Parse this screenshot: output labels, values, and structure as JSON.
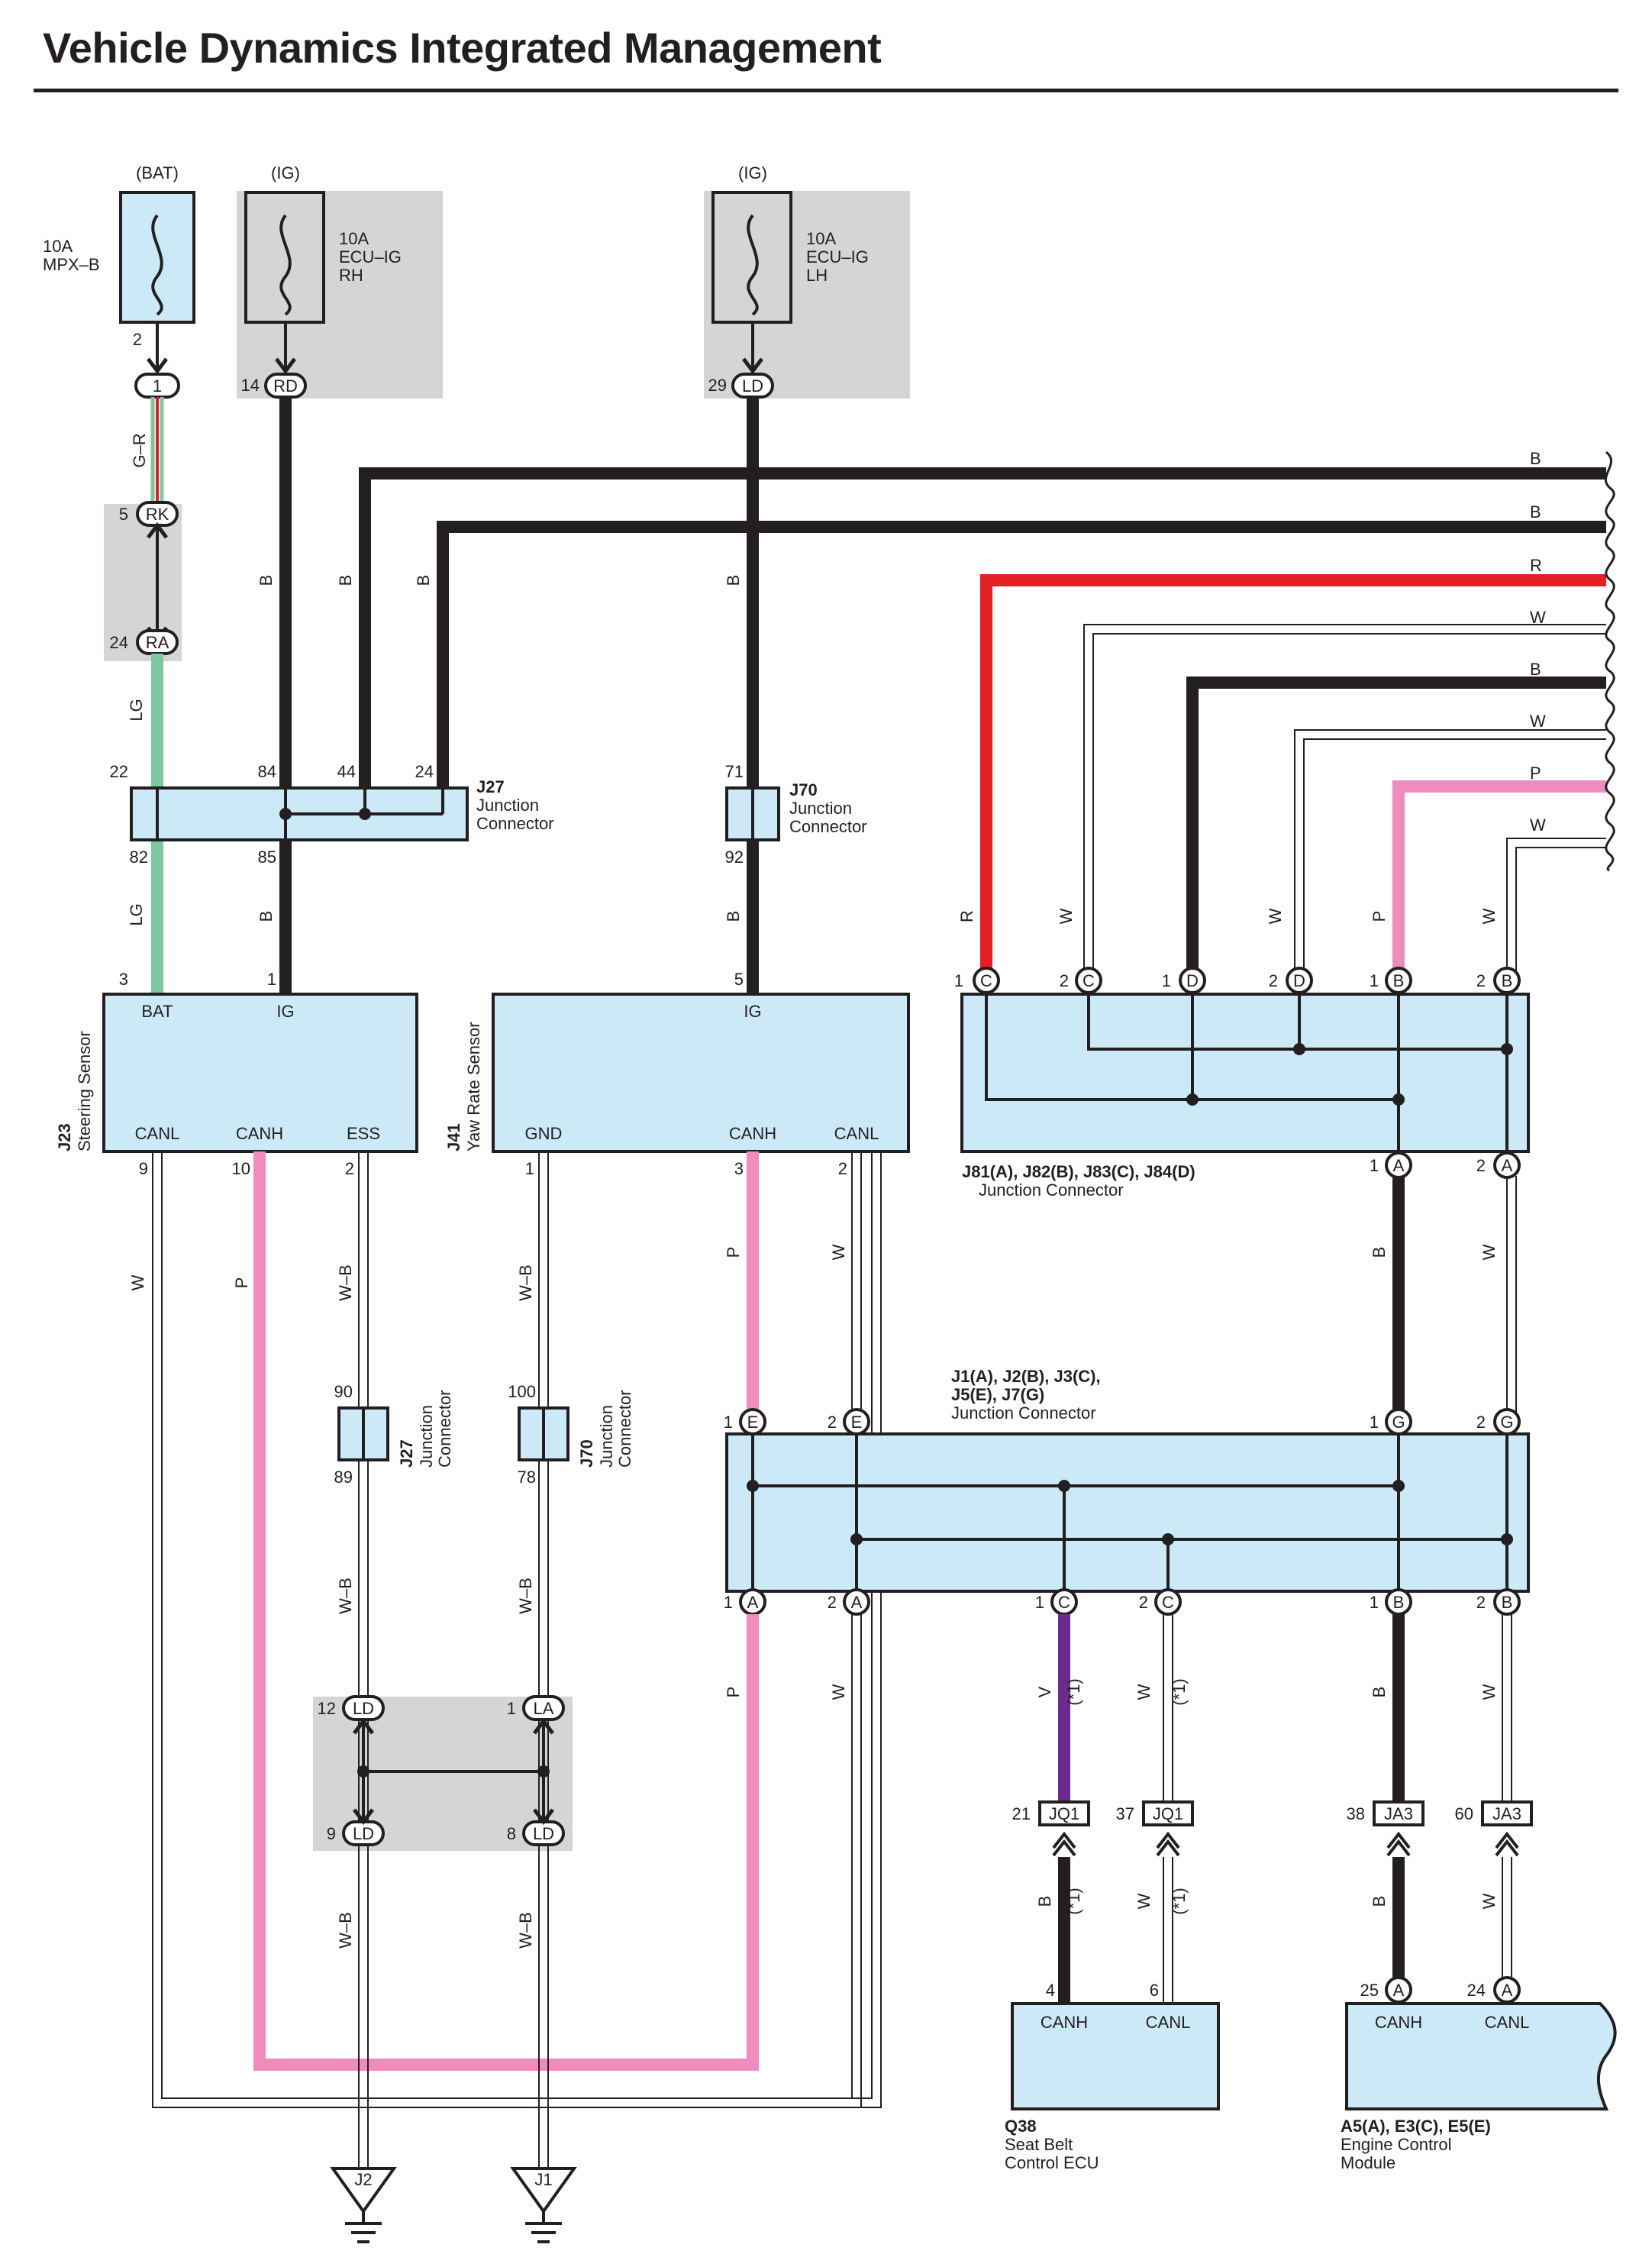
{
  "title": "Vehicle Dynamics Integrated Management",
  "colors": {
    "black_wire": "#231f20",
    "red_wire": "#e31e24",
    "pink_wire": "#f08bbd",
    "green_wire": "#7ec8a0",
    "violet_wire": "#6b2c8f",
    "component_fill": "#cce9f8",
    "shade": "#d4d5d7"
  },
  "sources": {
    "bat": {
      "label": "(BAT)",
      "fuse": [
        "10A",
        "MPX–B"
      ],
      "pin": "2",
      "conn": "1"
    },
    "ig_rh": {
      "label": "(IG)",
      "fuse": [
        "10A",
        "ECU–IG",
        "RH"
      ],
      "pin": "14",
      "conn": "RD"
    },
    "ig_lh": {
      "label": "(IG)",
      "fuse": [
        "10A",
        "ECU–IG",
        "LH"
      ],
      "pin": "29",
      "conn": "LD"
    }
  },
  "wire_colors": {
    "gr": "G–R",
    "lg": "LG",
    "b": "B",
    "r": "R",
    "w": "W",
    "p": "P",
    "v": "V",
    "wb": "W–B"
  },
  "note": "(*1)",
  "connectors": {
    "rk": {
      "pin": "5",
      "id": "RK"
    },
    "ra": {
      "pin": "24",
      "id": "RA"
    },
    "j27": {
      "name": "J27",
      "desc": [
        "Junction",
        "Connector"
      ],
      "pins": [
        "22",
        "84",
        "44",
        "24",
        "82",
        "85"
      ]
    },
    "j70": {
      "name": "J70",
      "desc": [
        "Junction",
        "Connector"
      ],
      "pins": [
        "71",
        "92"
      ]
    },
    "j27b": {
      "name": "J27",
      "desc": [
        "Junction",
        "Connector"
      ],
      "pins": [
        "90",
        "89"
      ]
    },
    "j70b": {
      "name": "J70",
      "desc": [
        "Junction",
        "Connector"
      ],
      "pins": [
        "100",
        "78"
      ]
    },
    "j81": {
      "name": "J81(A), J82(B), J83(C), J84(D)",
      "desc": "Junction Connector"
    },
    "j1": {
      "name": [
        "J1(A), J2(B), J3(C),",
        "J5(E), J7(G)"
      ],
      "desc": "Junction Connector"
    },
    "ld1": {
      "pin": "12",
      "id": "LD"
    },
    "la": {
      "pin": "1",
      "id": "LA"
    },
    "ld2": {
      "pin": "9",
      "id": "LD"
    },
    "ld3": {
      "pin": "8",
      "id": "LD"
    },
    "jq1a": {
      "pin": "21",
      "id": "JQ1"
    },
    "jq1b": {
      "pin": "37",
      "id": "JQ1"
    },
    "ja3a": {
      "pin": "38",
      "id": "JA3"
    },
    "ja3b": {
      "pin": "60",
      "id": "JA3"
    }
  },
  "components": {
    "j23": {
      "code": "J23",
      "name": "Steering Sensor",
      "top": [
        "BAT",
        "IG"
      ],
      "bottom": [
        "CANL",
        "CANH",
        "ESS"
      ],
      "pins_top": [
        "3",
        "1"
      ],
      "pins_bottom": [
        "9",
        "10",
        "2"
      ]
    },
    "j41": {
      "code": "J41",
      "name": "Yaw Rate Sensor",
      "top": [
        "IG"
      ],
      "bottom": [
        "GND",
        "CANH",
        "CANL"
      ],
      "pins_top": [
        "5"
      ],
      "pins_bottom": [
        "1",
        "3",
        "2"
      ]
    },
    "q38": {
      "code": "Q38",
      "name": [
        "Seat Belt",
        "Control ECU"
      ],
      "pins": [
        "CANH",
        "CANL"
      ],
      "pin_nums": [
        "4",
        "6"
      ]
    },
    "ecm": {
      "code": "A5(A), E3(C), E5(E)",
      "name": [
        "Engine Control",
        "Module"
      ],
      "pins": [
        "CANH",
        "CANL"
      ],
      "pin_nums": [
        "25",
        "24"
      ],
      "conn": "A"
    }
  },
  "grounds": [
    "J2",
    "J1"
  ],
  "right_wires": [
    "B",
    "B",
    "R",
    "W",
    "B",
    "W",
    "P",
    "W"
  ]
}
